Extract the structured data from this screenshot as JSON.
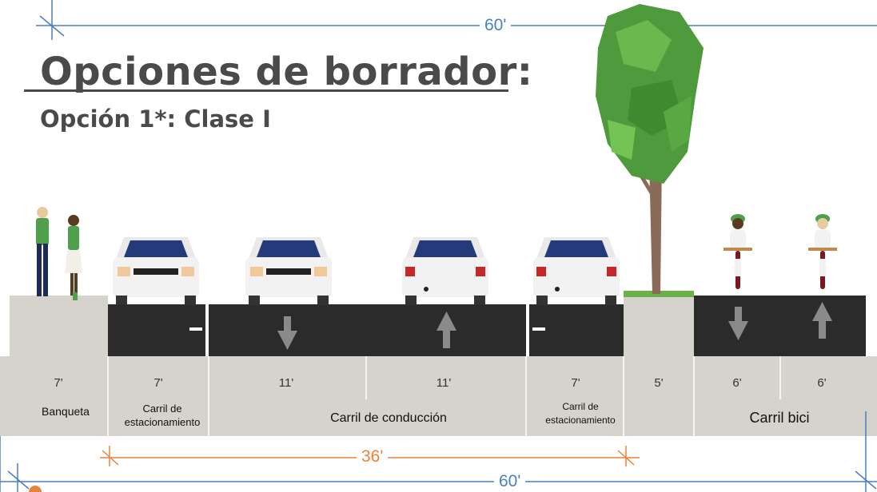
{
  "title": "Opciones de borrador:",
  "subtitle": "Opción 1*: Clase I",
  "dimensions": {
    "total_top": "60'",
    "total_bottom": "60'",
    "curb_to_curb": "36'"
  },
  "segment_widths": [
    "7'",
    "7'",
    "11'",
    "11'",
    "7'",
    "5'",
    "6'",
    "6'"
  ],
  "lane_labels": {
    "sidewalk": "Banqueta",
    "parking_left_line1": "Carril de",
    "parking_left_line2": "estacionamiento",
    "driving": "Carril de conducción",
    "parking_right_line1": "Carril de",
    "parking_right_line2": "estacionamiento",
    "bike": "Carril bici"
  },
  "colors": {
    "asphalt": "#2b2b2b",
    "sidewalk": "#d6d2cc",
    "dimension_blue": "#4a7fbf",
    "dimension_orange": "#e8833a",
    "tree_green": "#4e9a3c"
  },
  "icons": [
    "pedestrian-icon",
    "car-icon",
    "tree-icon",
    "cyclist-icon",
    "arrow-down-icon",
    "arrow-up-icon"
  ]
}
